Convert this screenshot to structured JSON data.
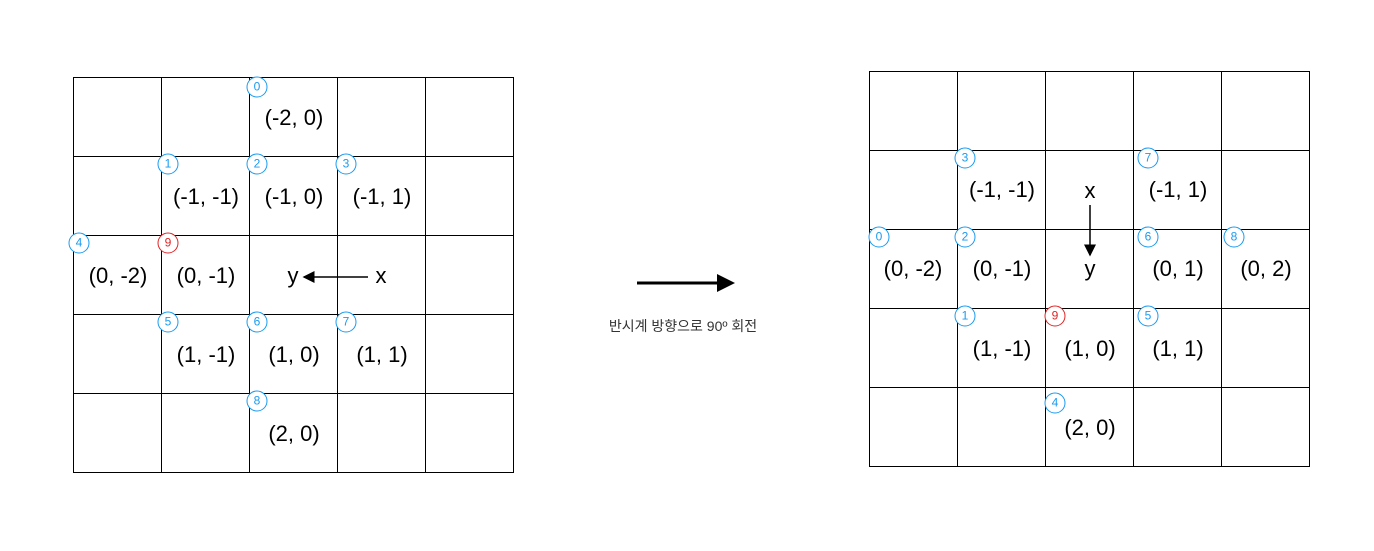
{
  "caption": "반시계 방향으로 90º 회전",
  "colors": {
    "badge_blue": "#1a9bf0",
    "badge_red": "#e02424",
    "line": "#000000"
  },
  "left": {
    "axis": {
      "x_label": "x",
      "y_label": "y"
    },
    "coords": [
      "(-2, 0)",
      "(-1, -1)",
      "(-1, 0)",
      "(-1, 1)",
      "(0, -2)",
      "(0, -1)",
      "(1, -1)",
      "(1, 0)",
      "(1, 1)",
      "(2, 0)"
    ],
    "badges": [
      "0",
      "1",
      "2",
      "3",
      "4",
      "9",
      "5",
      "6",
      "7",
      "8"
    ]
  },
  "right": {
    "axis": {
      "x_label": "x",
      "y_label": "y"
    },
    "coords": [
      "(-1, -1)",
      "(-1, 1)",
      "(0, -2)",
      "(0, -1)",
      "(0, 1)",
      "(0, 2)",
      "(1, -1)",
      "(1, 0)",
      "(1, 1)",
      "(2, 0)"
    ],
    "badges": [
      "3",
      "7",
      "0",
      "2",
      "6",
      "8",
      "1",
      "9",
      "5",
      "4"
    ]
  }
}
